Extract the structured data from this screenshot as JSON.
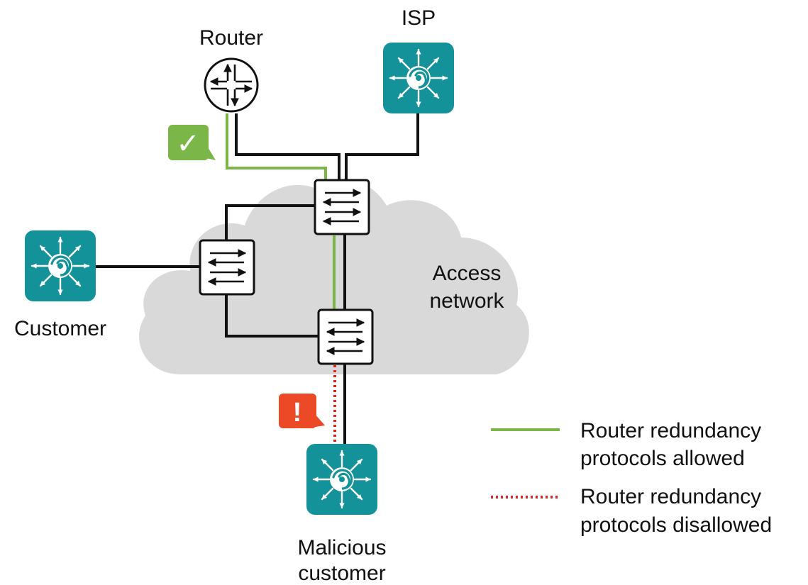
{
  "nodes": {
    "router": {
      "label": "Router"
    },
    "isp": {
      "label": "ISP"
    },
    "customer": {
      "label": "Customer"
    },
    "malicious": {
      "label_line1": "Malicious",
      "label_line2": "customer"
    }
  },
  "cloud": {
    "label_line1": "Access",
    "label_line2": "network"
  },
  "badges": {
    "allowed": {
      "symbol": "✓"
    },
    "blocked": {
      "symbol": "!"
    }
  },
  "legend": {
    "allowed": {
      "line1": "Router redundancy",
      "line2": "protocols allowed"
    },
    "disallowed": {
      "line1": "Router redundancy",
      "line2": "protocols disallowed"
    }
  },
  "colors": {
    "teal": "#13929a",
    "green": "#7ab648",
    "red": "#e0241f",
    "badge_red": "#ec4a27",
    "cloud": "#d9d9d9",
    "line": "#111111"
  }
}
